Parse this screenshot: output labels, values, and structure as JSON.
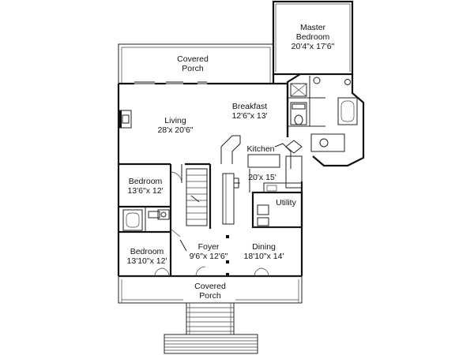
{
  "rooms": {
    "master_bedroom": {
      "name_line1": "Master",
      "name_line2": "Bedroom",
      "size": "20'4\"x 17'6\""
    },
    "covered_porch_rear": {
      "name_line1": "Covered",
      "name_line2": "Porch"
    },
    "breakfast": {
      "name": "Breakfast",
      "size": "12'6\"x 13'"
    },
    "living": {
      "name": "Living",
      "size": "28'x 20'6\""
    },
    "kitchen": {
      "name": "Kitchen",
      "size": "20'x 15'"
    },
    "bedroom_1": {
      "name": "Bedroom",
      "size": "13'6\"x 12'"
    },
    "utility": {
      "name": "Utility"
    },
    "bedroom_2": {
      "name": "Bedroom",
      "size": "13'10\"x 12'"
    },
    "foyer": {
      "name": "Foyer",
      "size": "9'6\"x 12'6\""
    },
    "dining": {
      "name": "Dining",
      "size": "18'10\"x 14'"
    },
    "covered_porch_front": {
      "name_line1": "Covered",
      "name_line2": "Porch"
    }
  }
}
